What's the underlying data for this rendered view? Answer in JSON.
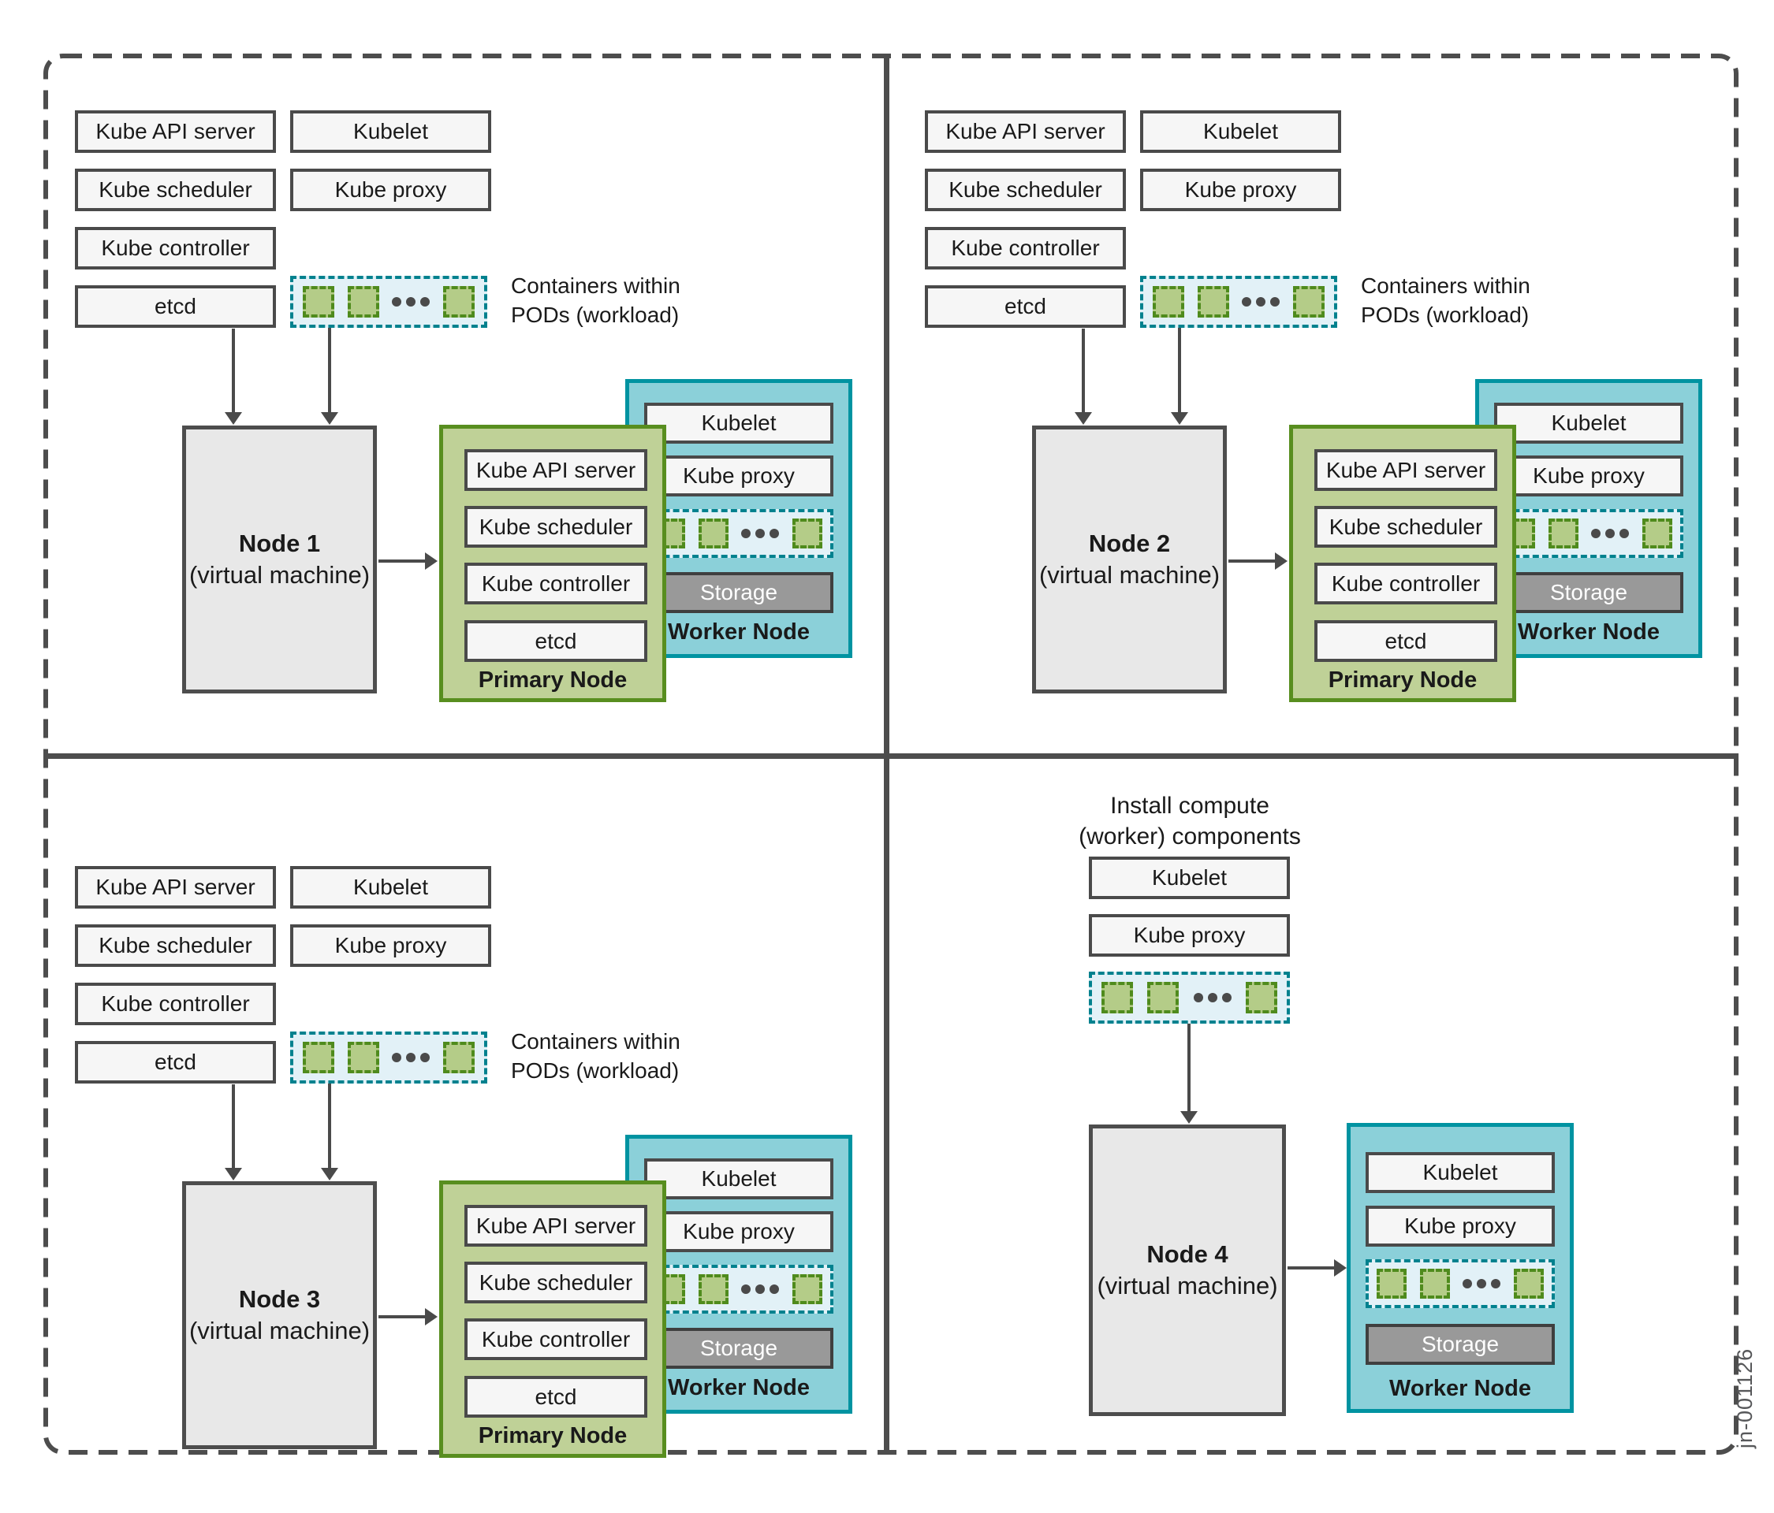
{
  "colors": {
    "frame_gray": "#4d4d4d",
    "box_fill": "#f6f6f6",
    "box_border": "#4a4a4a",
    "node_fill": "#e8e8e8",
    "primary_node_fill": "#bfd197",
    "primary_node_border": "#588e1f",
    "worker_node_fill": "#8bd0d9",
    "worker_node_border": "#0093a1",
    "pods_fill": "#e2f1f7",
    "pods_border": "#00818e",
    "container_fill": "#b4cc88",
    "container_border": "#4f8b1d",
    "storage_fill": "#999999",
    "storage_text": "#ffffff",
    "arrow": "#4a4a4a"
  },
  "footer": {
    "figure_id": "jn-001126"
  },
  "quadrants": [
    {
      "node_title": "Node 1",
      "node_subtitle": "(virtual machine)",
      "control_plane_boxes": [
        "Kube API server",
        "Kube scheduler",
        "Kube controller",
        "etcd"
      ],
      "worker_component_boxes": [
        "Kubelet",
        "Kube proxy"
      ],
      "containers_caption": [
        "Containers within",
        "PODs (workload)"
      ],
      "primary_node": {
        "label": "Primary Node",
        "boxes": [
          "Kube API server",
          "Kube scheduler",
          "Kube controller",
          "etcd"
        ]
      },
      "worker_node": {
        "label": "Worker Node",
        "boxes": [
          "Kubelet",
          "Kube proxy"
        ],
        "storage_label": "Storage"
      }
    },
    {
      "node_title": "Node 2",
      "node_subtitle": "(virtual machine)",
      "control_plane_boxes": [
        "Kube API server",
        "Kube scheduler",
        "Kube controller",
        "etcd"
      ],
      "worker_component_boxes": [
        "Kubelet",
        "Kube proxy"
      ],
      "containers_caption": [
        "Containers within",
        "PODs (workload)"
      ],
      "primary_node": {
        "label": "Primary Node",
        "boxes": [
          "Kube API server",
          "Kube scheduler",
          "Kube controller",
          "etcd"
        ]
      },
      "worker_node": {
        "label": "Worker Node",
        "boxes": [
          "Kubelet",
          "Kube proxy"
        ],
        "storage_label": "Storage"
      }
    },
    {
      "node_title": "Node 3",
      "node_subtitle": "(virtual machine)",
      "control_plane_boxes": [
        "Kube API server",
        "Kube scheduler",
        "Kube controller",
        "etcd"
      ],
      "worker_component_boxes": [
        "Kubelet",
        "Kube proxy"
      ],
      "containers_caption": [
        "Containers within",
        "PODs (workload)"
      ],
      "primary_node": {
        "label": "Primary Node",
        "boxes": [
          "Kube API server",
          "Kube scheduler",
          "Kube controller",
          "etcd"
        ]
      },
      "worker_node": {
        "label": "Worker Node",
        "boxes": [
          "Kubelet",
          "Kube proxy"
        ],
        "storage_label": "Storage"
      }
    },
    {
      "title_lines": [
        "Install compute",
        "(worker) components"
      ],
      "node_title": "Node 4",
      "node_subtitle": "(virtual machine)",
      "worker_component_boxes": [
        "Kubelet",
        "Kube proxy"
      ],
      "worker_node": {
        "label": "Worker Node",
        "boxes": [
          "Kubelet",
          "Kube proxy"
        ],
        "storage_label": "Storage"
      }
    }
  ]
}
